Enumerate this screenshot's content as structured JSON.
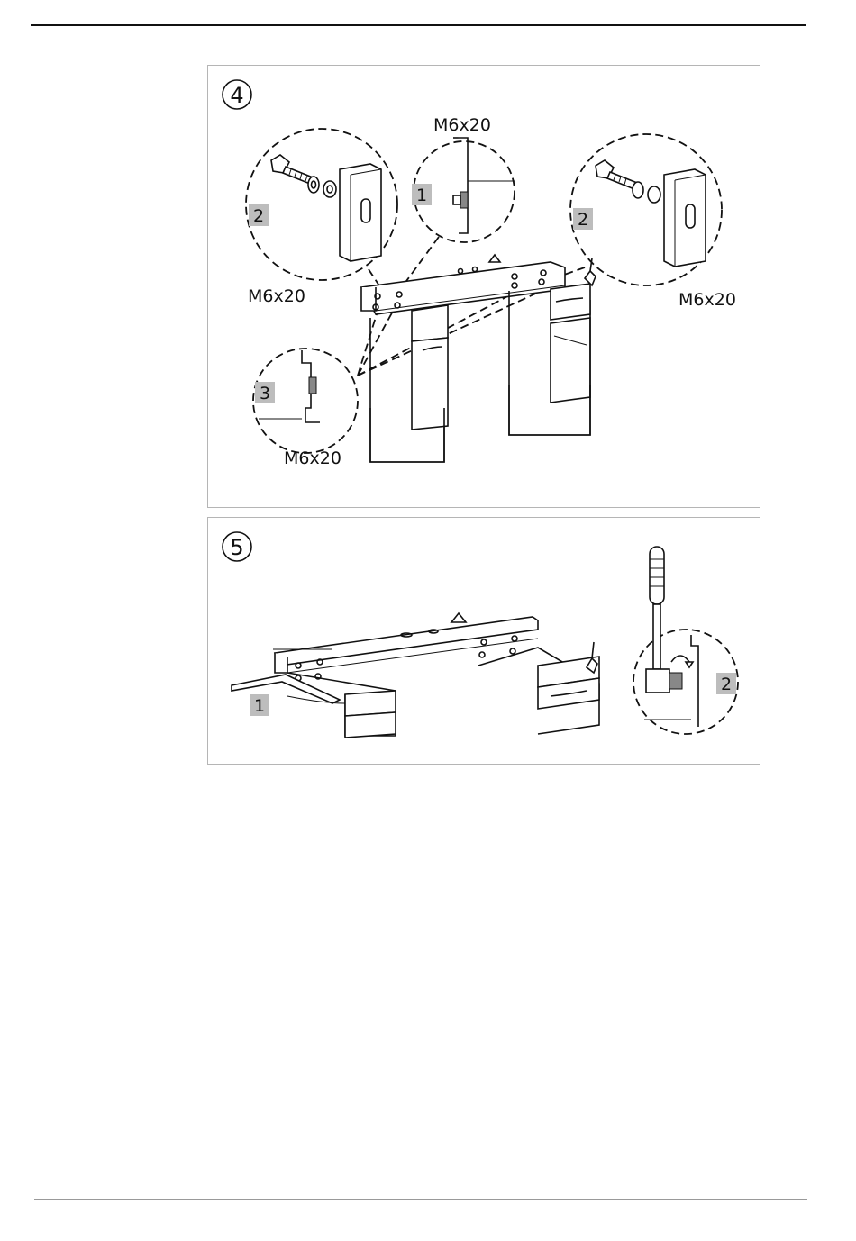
{
  "step4": {
    "number": "4",
    "labels": {
      "top_center": "M6x20",
      "left": "M6x20",
      "right": "M6x20",
      "bottom": "M6x20"
    },
    "tags": {
      "center": "1",
      "left": "2",
      "right": "2",
      "bottom": "3"
    }
  },
  "step5": {
    "number": "5",
    "tags": {
      "left": "1",
      "right": "2"
    }
  }
}
